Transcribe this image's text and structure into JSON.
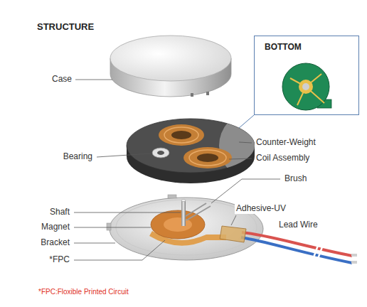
{
  "diagram": {
    "title": "STRUCTURE",
    "caption": "*FPC:Floxible Printed Circuit",
    "nodes": [
      {
        "text": [
          "BOTTOM"
        ]
      }
    ],
    "labels": [
      "Case",
      "Counter-Weight",
      "Bearing",
      "Coil Assembly",
      "Brush",
      "Shaft",
      "Adhesive-UV",
      "Magnet",
      "Lead Wire",
      "Bracket",
      "*FPC"
    ]
  }
}
